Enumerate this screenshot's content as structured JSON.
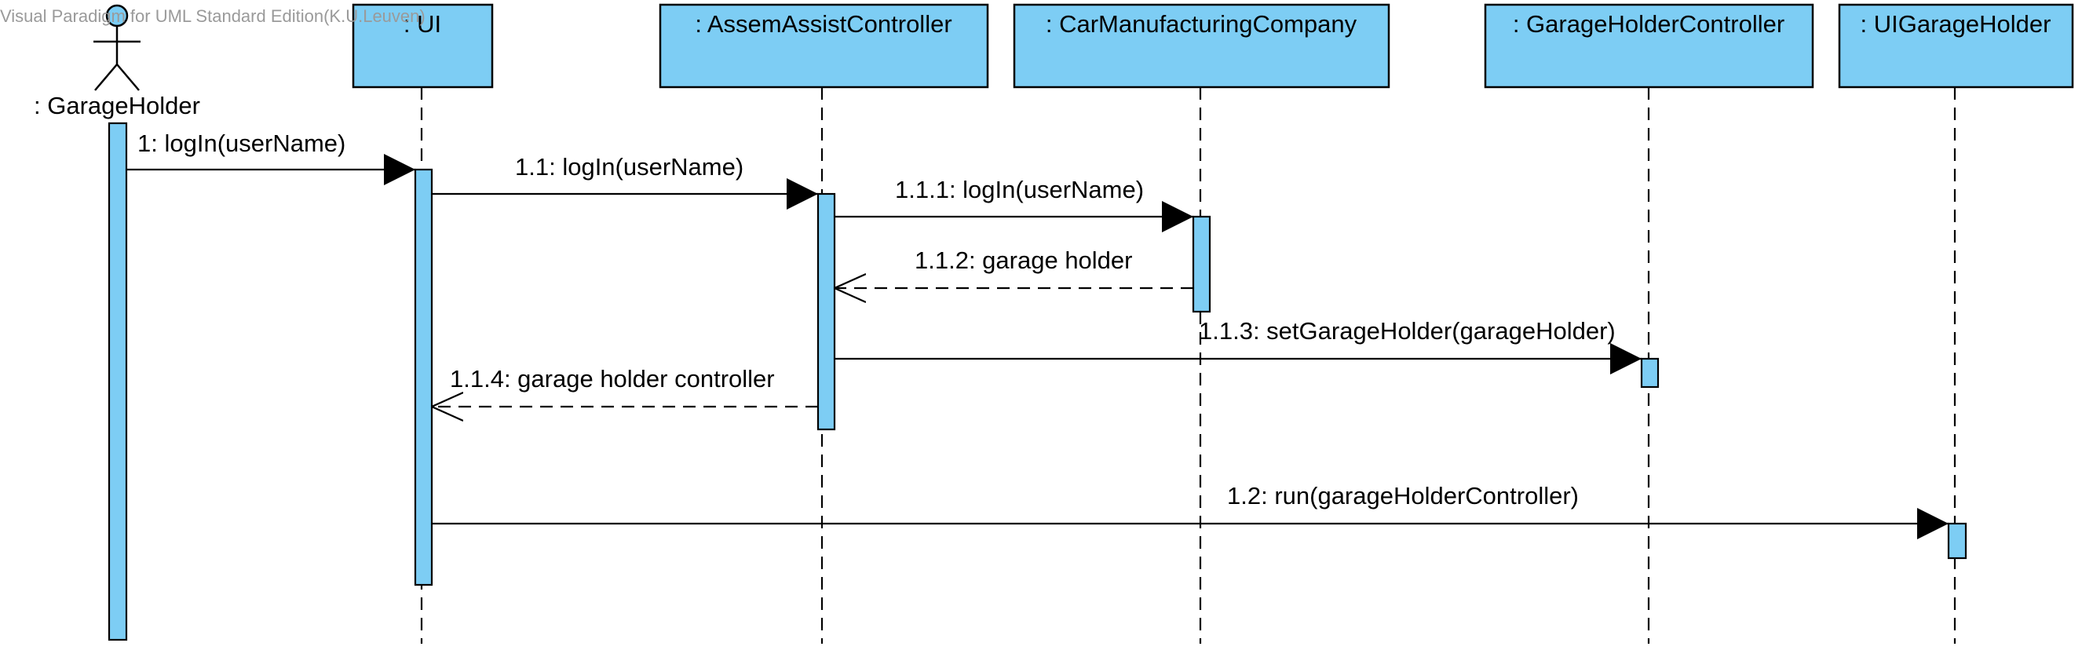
{
  "watermark": "Visual Paradigm for UML Standard Edition(K.U.Leuven)",
  "colors": {
    "fill": "#7dcdf4",
    "stroke": "#000000",
    "background": "#ffffff"
  },
  "actor": {
    "name": ": GarageHolder"
  },
  "lifelines": [
    {
      "id": "ui",
      "name": ": UI"
    },
    {
      "id": "assem",
      "name": ": AssemAssistController"
    },
    {
      "id": "company",
      "name": ": CarManufacturingCompany"
    },
    {
      "id": "ghc",
      "name": ": GarageHolderController"
    },
    {
      "id": "uigh",
      "name": ": UIGarageHolder"
    }
  ],
  "messages": [
    {
      "label": "1: logIn(userName)",
      "from": "actor",
      "to": "ui",
      "kind": "sync"
    },
    {
      "label": "1.1: logIn(userName)",
      "from": "ui",
      "to": "assem",
      "kind": "sync"
    },
    {
      "label": "1.1.1: logIn(userName)",
      "from": "assem",
      "to": "company",
      "kind": "sync"
    },
    {
      "label": "1.1.2: garage holder",
      "from": "company",
      "to": "assem",
      "kind": "return"
    },
    {
      "label": "1.1.3: setGarageHolder(garageHolder)",
      "from": "assem",
      "to": "ghc",
      "kind": "sync"
    },
    {
      "label": "1.1.4: garage holder controller",
      "from": "assem",
      "to": "ui",
      "kind": "return"
    },
    {
      "label": "1.2: run(garageHolderController)",
      "from": "ui",
      "to": "uigh",
      "kind": "sync"
    }
  ]
}
